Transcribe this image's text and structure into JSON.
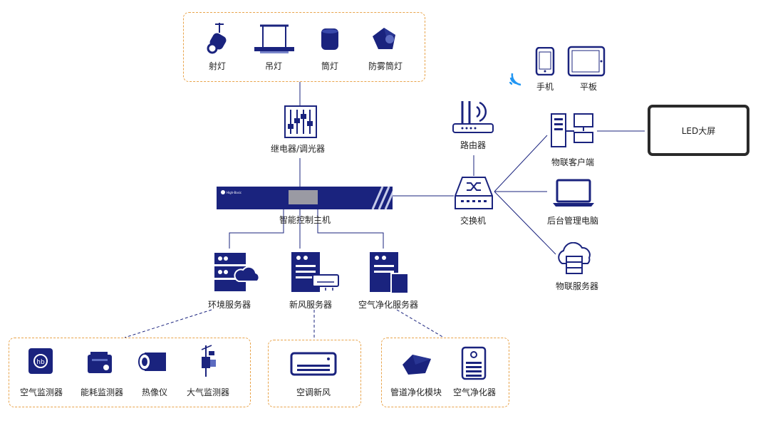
{
  "top_lights": [
    "射灯",
    "吊灯",
    "筒灯",
    "防雾筒灯"
  ],
  "relay": "继电器/调光器",
  "host": {
    "label": "智能控制主机",
    "brand": "High-Basic"
  },
  "router": "路由器",
  "switch": "交换机",
  "mobile": [
    "手机",
    "平板"
  ],
  "iot_client": "物联客户端",
  "led_screen": "LED大屏",
  "backend_pc": "后台管理电脑",
  "iot_server": "物联服务器",
  "servers": [
    "环境服务器",
    "新风服务器",
    "空气净化服务器"
  ],
  "env_devices": [
    "空气监测器",
    "能耗监测器",
    "热像仪",
    "大气监测器"
  ],
  "fresh_air_devices": [
    "空调新风"
  ],
  "purify_devices": [
    "管道净化模块",
    "空气净化器"
  ],
  "colors": {
    "navy": "#1a237e",
    "dashed_border": "#e8a34a",
    "line": "#1a237e"
  }
}
